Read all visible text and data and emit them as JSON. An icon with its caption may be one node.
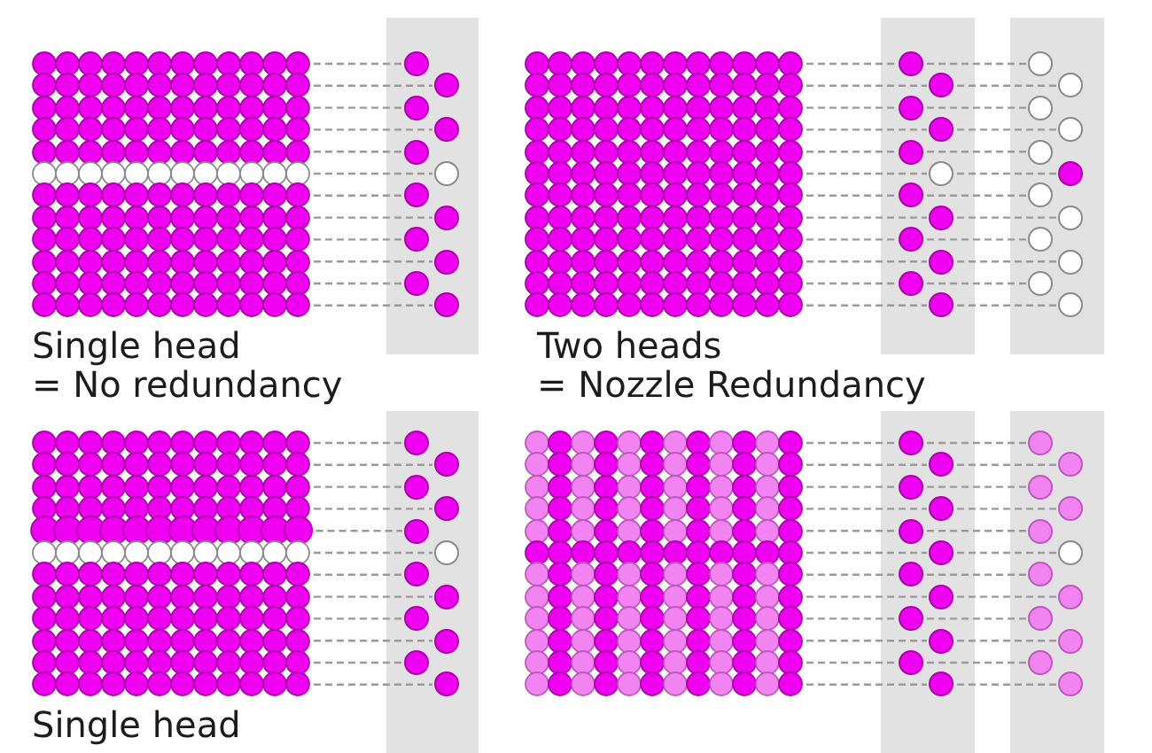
{
  "diagram": {
    "nodes": [
      {
        "text": [],
        "shape": "dots"
      },
      {
        "text": [],
        "shape": "dots"
      },
      {
        "text": [],
        "shape": "dots"
      },
      {
        "text": [],
        "shape": "dots"
      },
      {
        "text": [],
        "shape": "dots"
      },
      {
        "text": [],
        "shape": "dots"
      },
      {
        "text": [],
        "shape": "dots"
      },
      {
        "text": [],
        "shape": "dots"
      },
      {
        "text": [],
        "shape": "dots"
      },
      {
        "text": [],
        "shape": "dots"
      },
      {
        "text": [],
        "shape": "dots"
      },
      {
        "text": [],
        "shape": "dots"
      },
      {
        "text": [],
        "shape": "bar"
      },
      {
        "text": [],
        "shape": "circle",
        "in": 12
      },
      {
        "text": [],
        "shape": "circle",
        "in": 12
      },
      {
        "text": [],
        "shape": "circle",
        "in": 12
      },
      {
        "text": [],
        "shape": "circle",
        "in": 12
      },
      {
        "text": [],
        "shape": "circle",
        "in": 12
      },
      {
        "text": [],
        "shape": "circle",
        "in": 12
      },
      {
        "text": [],
        "shape": "circle",
        "in": 12
      },
      {
        "text": [],
        "shape": "circle",
        "in": 12
      },
      {
        "text": [],
        "shape": "circle",
        "in": 12
      },
      {
        "text": [],
        "shape": "circle",
        "in": 12
      },
      {
        "text": [],
        "shape": "circle",
        "in": 12
      },
      {
        "text": [],
        "shape": "circle",
        "in": 12
      },
      {
        "text": [],
        "shape": "dots"
      },
      {
        "text": [],
        "shape": "dots"
      },
      {
        "text": [],
        "shape": "dots"
      },
      {
        "text": [],
        "shape": "dots"
      },
      {
        "text": [],
        "shape": "dots"
      },
      {
        "text": [],
        "shape": "dots"
      },
      {
        "text": [],
        "shape": "dots"
      },
      {
        "text": [],
        "shape": "dots"
      },
      {
        "text": [],
        "shape": "dots"
      },
      {
        "text": [],
        "shape": "dots"
      },
      {
        "text": [],
        "shape": "dots"
      },
      {
        "text": [],
        "shape": "dots"
      },
      {
        "text": [],
        "shape": "bar"
      },
      {
        "text": [],
        "shape": "circle",
        "in": 37
      },
      {
        "text": [],
        "shape": "circle",
        "in": 37
      },
      {
        "text": [],
        "shape": "circle",
        "in": 37
      },
      {
        "text": [],
        "shape": "circle",
        "in": 37
      },
      {
        "text": [],
        "shape": "circle",
        "in": 37
      },
      {
        "text": [],
        "shape": "circle",
        "in": 37
      },
      {
        "text": [],
        "shape": "circle",
        "in": 37
      },
      {
        "text": [],
        "shape": "circle",
        "in": 37
      },
      {
        "text": [],
        "shape": "circle",
        "in": 37
      },
      {
        "text": [],
        "shape": "circle",
        "in": 37
      },
      {
        "text": [],
        "shape": "circle",
        "in": 37
      },
      {
        "text": [],
        "shape": "circle",
        "in": 37
      },
      {
        "text": [],
        "shape": "bar"
      },
      {
        "text": [],
        "shape": "circle",
        "in": 50
      },
      {
        "text": [],
        "shape": "circle",
        "in": 50
      },
      {
        "text": [],
        "shape": "circle",
        "in": 50
      },
      {
        "text": [],
        "shape": "circle",
        "in": 50
      },
      {
        "text": [],
        "shape": "circle",
        "in": 50
      },
      {
        "text": [],
        "shape": "circle",
        "in": 50
      },
      {
        "text": [],
        "shape": "circle",
        "in": 50
      },
      {
        "text": [],
        "shape": "circle",
        "in": 50
      },
      {
        "text": [],
        "shape": "circle",
        "in": 50
      },
      {
        "text": [],
        "shape": "circle",
        "in": 50
      },
      {
        "text": [],
        "shape": "circle",
        "in": 50
      },
      {
        "text": [],
        "shape": "circle",
        "in": 50
      },
      {
        "text": [],
        "shape": "dots"
      },
      {
        "text": [],
        "shape": "dots"
      },
      {
        "text": [],
        "shape": "dots"
      },
      {
        "text": [],
        "shape": "dots"
      },
      {
        "text": [],
        "shape": "dots"
      },
      {
        "text": [],
        "shape": "dots"
      },
      {
        "text": [],
        "shape": "dots"
      },
      {
        "text": [],
        "shape": "dots"
      },
      {
        "text": [],
        "shape": "dots"
      },
      {
        "text": [],
        "shape": "dots"
      },
      {
        "text": [],
        "shape": "dots"
      },
      {
        "text": [],
        "shape": "dots"
      },
      {
        "text": [],
        "shape": "bar"
      },
      {
        "text": [],
        "shape": "circle",
        "in": 75
      },
      {
        "text": [],
        "shape": "circle",
        "in": 75
      },
      {
        "text": [],
        "shape": "circle",
        "in": 75
      },
      {
        "text": [],
        "shape": "circle",
        "in": 75
      },
      {
        "text": [],
        "shape": "circle",
        "in": 75
      },
      {
        "text": [],
        "shape": "circle",
        "in": 75
      },
      {
        "text": [],
        "shape": "circle",
        "in": 75
      },
      {
        "text": [],
        "shape": "circle",
        "in": 75
      },
      {
        "text": [],
        "shape": "circle",
        "in": 75
      },
      {
        "text": [],
        "shape": "circle",
        "in": 75
      },
      {
        "text": [],
        "shape": "circle",
        "in": 75
      },
      {
        "text": [],
        "shape": "circle",
        "in": 75
      },
      {
        "text": [],
        "shape": "dots"
      },
      {
        "text": [],
        "shape": "dots"
      },
      {
        "text": [],
        "shape": "dots"
      },
      {
        "text": [],
        "shape": "dots"
      },
      {
        "text": [],
        "shape": "dots"
      },
      {
        "text": [],
        "shape": "dots"
      },
      {
        "text": [],
        "shape": "dots"
      },
      {
        "text": [],
        "shape": "dots"
      },
      {
        "text": [],
        "shape": "dots"
      },
      {
        "text": [],
        "shape": "dots"
      },
      {
        "text": [],
        "shape": "dots"
      },
      {
        "text": [],
        "shape": "dots"
      },
      {
        "text": [],
        "shape": "bar"
      },
      {
        "text": [],
        "shape": "circle",
        "in": 100
      },
      {
        "text": [],
        "shape": "circle",
        "in": 100
      },
      {
        "text": [],
        "shape": "circle",
        "in": 100
      },
      {
        "text": [],
        "shape": "circle",
        "in": 100
      },
      {
        "text": [],
        "shape": "circle",
        "in": 100
      },
      {
        "text": [],
        "shape": "circle",
        "in": 100
      },
      {
        "text": [],
        "shape": "circle",
        "in": 100
      },
      {
        "text": [],
        "shape": "circle",
        "in": 100
      },
      {
        "text": [],
        "shape": "circle",
        "in": 100
      },
      {
        "text": [],
        "shape": "circle",
        "in": 100
      },
      {
        "text": [],
        "shape": "circle",
        "in": 100
      },
      {
        "text": [],
        "shape": "circle",
        "in": 100
      },
      {
        "text": [],
        "shape": "bar"
      },
      {
        "text": [],
        "shape": "circle",
        "in": 113
      },
      {
        "text": [],
        "shape": "circle",
        "in": 113
      },
      {
        "text": [],
        "shape": "circle",
        "in": 113
      },
      {
        "text": [],
        "shape": "circle",
        "in": 113
      },
      {
        "text": [],
        "shape": "circle",
        "in": 113
      },
      {
        "text": [],
        "shape": "circle",
        "in": 113
      },
      {
        "text": [],
        "shape": "circle",
        "in": 113
      },
      {
        "text": [],
        "shape": "circle",
        "in": 113
      },
      {
        "text": [],
        "shape": "circle",
        "in": 113
      },
      {
        "text": [],
        "shape": "circle",
        "in": 113
      },
      {
        "text": [],
        "shape": "circle",
        "in": 113
      },
      {
        "text": [],
        "shape": "circle",
        "in": 113
      }
    ],
    "edges": [
      {
        "from": 0,
        "to": 13,
        "arrow": "none",
        "style": "dashed"
      },
      {
        "from": 1,
        "to": 14,
        "arrow": "none",
        "style": "dashed"
      },
      {
        "from": 2,
        "to": 15,
        "arrow": "none",
        "style": "dashed"
      },
      {
        "from": 3,
        "to": 16,
        "arrow": "none",
        "style": "dashed"
      },
      {
        "from": 4,
        "to": 17,
        "arrow": "none",
        "style": "dashed"
      },
      {
        "from": 5,
        "to": 18,
        "arrow": "none",
        "style": "dashed"
      },
      {
        "from": 6,
        "to": 19,
        "arrow": "none",
        "style": "dashed"
      },
      {
        "from": 7,
        "to": 20,
        "arrow": "none",
        "style": "dashed"
      },
      {
        "from": 8,
        "to": 21,
        "arrow": "none",
        "style": "dashed"
      },
      {
        "from": 9,
        "to": 22,
        "arrow": "none",
        "style": "dashed"
      },
      {
        "from": 10,
        "to": 23,
        "arrow": "none",
        "style": "dashed"
      },
      {
        "from": 11,
        "to": 24,
        "arrow": "none",
        "style": "dashed"
      },
      {
        "from": 25,
        "to": 38,
        "arrow": "none",
        "style": "dashed"
      },
      {
        "from": 38,
        "to": 51,
        "arrow": "none",
        "style": "dashed"
      },
      {
        "from": 26,
        "to": 39,
        "arrow": "none",
        "style": "dashed"
      },
      {
        "from": 39,
        "to": 52,
        "arrow": "none",
        "style": "dashed"
      },
      {
        "from": 27,
        "to": 40,
        "arrow": "none",
        "style": "dashed"
      },
      {
        "from": 40,
        "to": 53,
        "arrow": "none",
        "style": "dashed"
      },
      {
        "from": 28,
        "to": 41,
        "arrow": "none",
        "style": "dashed"
      },
      {
        "from": 41,
        "to": 54,
        "arrow": "none",
        "style": "dashed"
      },
      {
        "from": 29,
        "to": 42,
        "arrow": "none",
        "style": "dashed"
      },
      {
        "from": 42,
        "to": 55,
        "arrow": "none",
        "style": "dashed"
      },
      {
        "from": 30,
        "to": 43,
        "arrow": "none",
        "style": "dashed"
      },
      {
        "from": 43,
        "to": 56,
        "arrow": "none",
        "style": "dashed"
      },
      {
        "from": 31,
        "to": 44,
        "arrow": "none",
        "style": "dashed"
      },
      {
        "from": 44,
        "to": 57,
        "arrow": "none",
        "style": "dashed"
      },
      {
        "from": 32,
        "to": 45,
        "arrow": "none",
        "style": "dashed"
      },
      {
        "from": 45,
        "to": 58,
        "arrow": "none",
        "style": "dashed"
      },
      {
        "from": 33,
        "to": 46,
        "arrow": "none",
        "style": "dashed"
      },
      {
        "from": 46,
        "to": 59,
        "arrow": "none",
        "style": "dashed"
      },
      {
        "from": 34,
        "to": 47,
        "arrow": "none",
        "style": "dashed"
      },
      {
        "from": 47,
        "to": 60,
        "arrow": "none",
        "style": "dashed"
      },
      {
        "from": 35,
        "to": 48,
        "arrow": "none",
        "style": "dashed"
      },
      {
        "from": 48,
        "to": 61,
        "arrow": "none",
        "style": "dashed"
      },
      {
        "from": 36,
        "to": 49,
        "arrow": "none",
        "style": "dashed"
      },
      {
        "from": 49,
        "to": 62,
        "arrow": "none",
        "style": "dashed"
      },
      {
        "from": 63,
        "to": 76,
        "arrow": "none",
        "style": "dashed"
      },
      {
        "from": 64,
        "to": 77,
        "arrow": "none",
        "style": "dashed"
      },
      {
        "from": 65,
        "to": 78,
        "arrow": "none",
        "style": "dashed"
      },
      {
        "from": 66,
        "to": 79,
        "arrow": "none",
        "style": "dashed"
      },
      {
        "from": 67,
        "to": 80,
        "arrow": "none",
        "style": "dashed"
      },
      {
        "from": 68,
        "to": 81,
        "arrow": "none",
        "style": "dashed"
      },
      {
        "from": 69,
        "to": 82,
        "arrow": "none",
        "style": "dashed"
      },
      {
        "from": 70,
        "to": 83,
        "arrow": "none",
        "style": "dashed"
      },
      {
        "from": 71,
        "to": 84,
        "arrow": "none",
        "style": "dashed"
      },
      {
        "from": 72,
        "to": 85,
        "arrow": "none",
        "style": "dashed"
      },
      {
        "from": 73,
        "to": 86,
        "arrow": "none",
        "style": "dashed"
      },
      {
        "from": 74,
        "to": 87,
        "arrow": "none",
        "style": "dashed"
      },
      {
        "from": 88,
        "to": 101,
        "arrow": "none",
        "style": "dashed"
      },
      {
        "from": 101,
        "to": 114,
        "arrow": "none",
        "style": "dashed"
      },
      {
        "from": 89,
        "to": 102,
        "arrow": "none",
        "style": "dashed"
      },
      {
        "from": 102,
        "to": 115,
        "arrow": "none",
        "style": "dashed"
      },
      {
        "from": 90,
        "to": 103,
        "arrow": "none",
        "style": "dashed"
      },
      {
        "from": 103,
        "to": 116,
        "arrow": "none",
        "style": "dashed"
      },
      {
        "from": 91,
        "to": 104,
        "arrow": "none",
        "style": "dashed"
      },
      {
        "from": 104,
        "to": 117,
        "arrow": "none",
        "style": "dashed"
      },
      {
        "from": 92,
        "to": 105,
        "arrow": "none",
        "style": "dashed"
      },
      {
        "from": 105,
        "to": 118,
        "arrow": "none",
        "style": "dashed"
      },
      {
        "from": 93,
        "to": 106,
        "arrow": "none",
        "style": "dashed"
      },
      {
        "from": 106,
        "to": 119,
        "arrow": "none",
        "style": "dashed"
      },
      {
        "from": 94,
        "to": 107,
        "arrow": "none",
        "style": "dashed"
      },
      {
        "from": 107,
        "to": 120,
        "arrow": "none",
        "style": "dashed"
      },
      {
        "from": 95,
        "to": 108,
        "arrow": "none",
        "style": "dashed"
      },
      {
        "from": 108,
        "to": 121,
        "arrow": "none",
        "style": "dashed"
      },
      {
        "from": 96,
        "to": 109,
        "arrow": "none",
        "style": "dashed"
      },
      {
        "from": 109,
        "to": 122,
        "arrow": "none",
        "style": "dashed"
      },
      {
        "from": 97,
        "to": 110,
        "arrow": "none",
        "style": "dashed"
      },
      {
        "from": 110,
        "to": 123,
        "arrow": "none",
        "style": "dashed"
      },
      {
        "from": 98,
        "to": 111,
        "arrow": "none",
        "style": "dashed"
      },
      {
        "from": 111,
        "to": 124,
        "arrow": "none",
        "style": "dashed"
      },
      {
        "from": 99,
        "to": 112,
        "arrow": "none",
        "style": "dashed"
      },
      {
        "from": 112,
        "to": 125,
        "arrow": "none",
        "style": "dashed"
      }
    ],
    "labels": [
      "Single head",
      "= No redundancy",
      "Two heads",
      "= Nozzle Redundancy",
      "Single head"
    ]
  }
}
